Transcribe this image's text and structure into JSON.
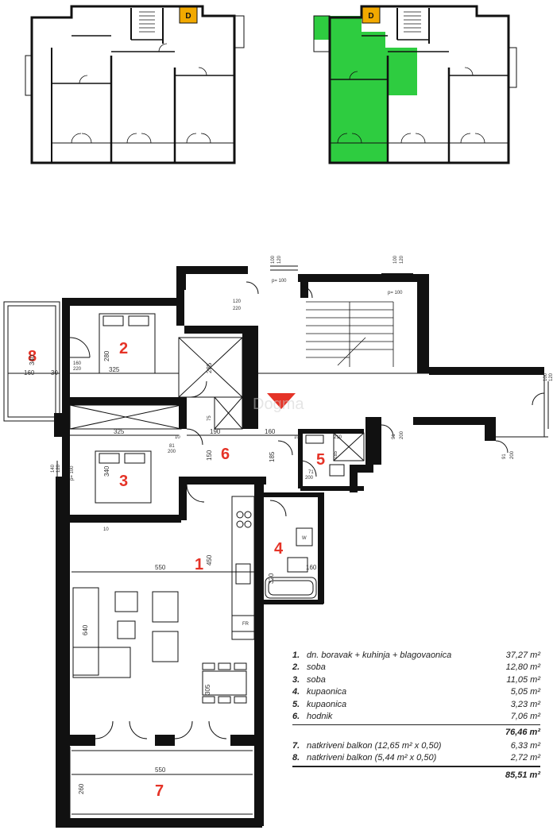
{
  "key_plans": {
    "marker_letter": "D",
    "highlight_color": "#2ecc40",
    "marker_color": "#f2a900"
  },
  "rooms": {
    "r1": "1",
    "r2": "2",
    "r3": "3",
    "r4": "4",
    "r5": "5",
    "r6": "6",
    "r7": "7",
    "r8": "8"
  },
  "dimensions": {
    "d1": "550",
    "d2": "450",
    "d3": "640",
    "d4": "550",
    "d5": "260",
    "d6": "325",
    "d7": "280",
    "d8": "325",
    "d9": "340",
    "d10": "190",
    "d11": "150",
    "d12": "185",
    "d13": "160",
    "d14": "320",
    "d15": "160",
    "d16": "340",
    "d17": "160",
    "d18": "30",
    "d19": "285",
    "d20": "305",
    "d21": "10",
    "d22": "10",
    "d23": "75",
    "d24": "210",
    "d25": "185",
    "d26": "10",
    "d27": "120",
    "d28": "100",
    "d29": "p= 100",
    "d30": "p= 100",
    "d31": "p= 100",
    "d32": "140",
    "d33": "120",
    "d34": "91",
    "d35": "200",
    "d36": "91",
    "d37": "200",
    "d38": "81",
    "d39": "200",
    "d40": "71",
    "d41": "200",
    "d42": "160",
    "d43": "220",
    "d44": "120",
    "d45": "220",
    "d46": "100",
    "d47": "120",
    "d48": "100",
    "d49": "120",
    "d50": "W",
    "d51": "FR"
  },
  "legend": {
    "items": [
      {
        "num": "1.",
        "name": "dn. boravak + kuhinja + blagovaonica",
        "value": "37,27 m²"
      },
      {
        "num": "2.",
        "name": "soba",
        "value": "12,80 m²"
      },
      {
        "num": "3.",
        "name": "soba",
        "value": "11,05 m²"
      },
      {
        "num": "4.",
        "name": "kupaonica",
        "value": "5,05 m²"
      },
      {
        "num": "5.",
        "name": "kupaonica",
        "value": "3,23 m²"
      },
      {
        "num": "6.",
        "name": "hodnik",
        "value": "7,06 m²"
      }
    ],
    "subtotal": "76,46 m²",
    "balconies": [
      {
        "num": "7.",
        "name": "natkriveni balkon (12,65 m² x 0,50)",
        "value": "6,33 m²"
      },
      {
        "num": "8.",
        "name": "natkriveni balkon (5,44 m² x 0,50)",
        "value": "2,72 m²"
      }
    ],
    "total": "85,51 m²"
  },
  "colors": {
    "wall": "#111111",
    "room_number": "#e53327",
    "arrow": "#e53327"
  }
}
